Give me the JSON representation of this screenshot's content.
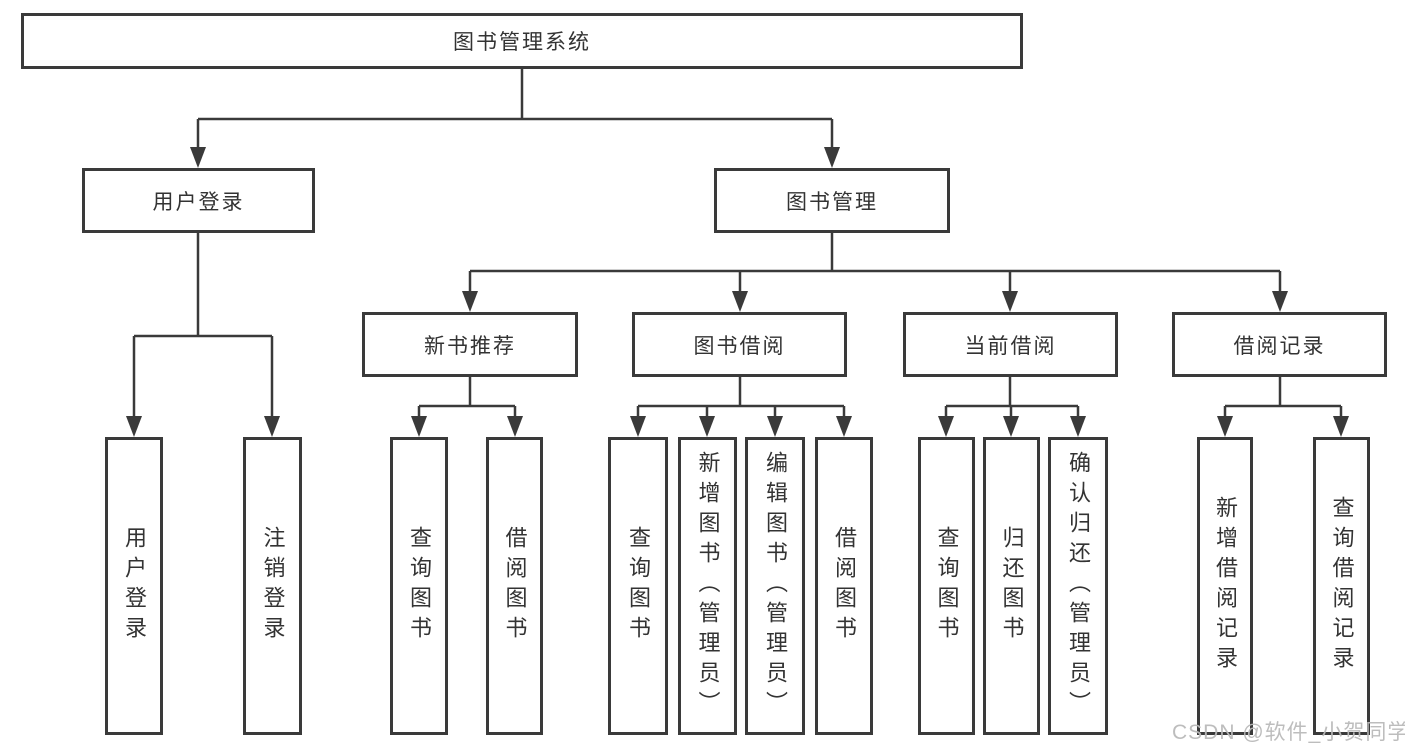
{
  "tree": {
    "root": {
      "label": "图书管理系统"
    },
    "branches": [
      {
        "label": "用户登录",
        "children": [
          {
            "label": "用户登录"
          },
          {
            "label": "注销登录"
          }
        ]
      },
      {
        "label": "图书管理",
        "groups": [
          {
            "label": "新书推荐",
            "children": [
              {
                "label": "查询图书"
              },
              {
                "label": "借阅图书"
              }
            ]
          },
          {
            "label": "图书借阅",
            "children": [
              {
                "label": "查询图书"
              },
              {
                "label": "新增图书（管理员）"
              },
              {
                "label": "编辑图书（管理员）"
              },
              {
                "label": "借阅图书"
              }
            ]
          },
          {
            "label": "当前借阅",
            "children": [
              {
                "label": "查询图书"
              },
              {
                "label": "归还图书"
              },
              {
                "label": "确认归还（管理员）"
              }
            ]
          },
          {
            "label": "借阅记录",
            "children": [
              {
                "label": "新增借阅记录"
              },
              {
                "label": "查询借阅记录"
              }
            ]
          }
        ]
      }
    ]
  },
  "watermark": {
    "text": "CSDN @软件_小贺同学"
  },
  "colors": {
    "line": "#3a3a3a",
    "box_border": "#3a3a3a",
    "text": "#333333",
    "background": "#ffffff",
    "watermark": "#b9b9b9"
  }
}
